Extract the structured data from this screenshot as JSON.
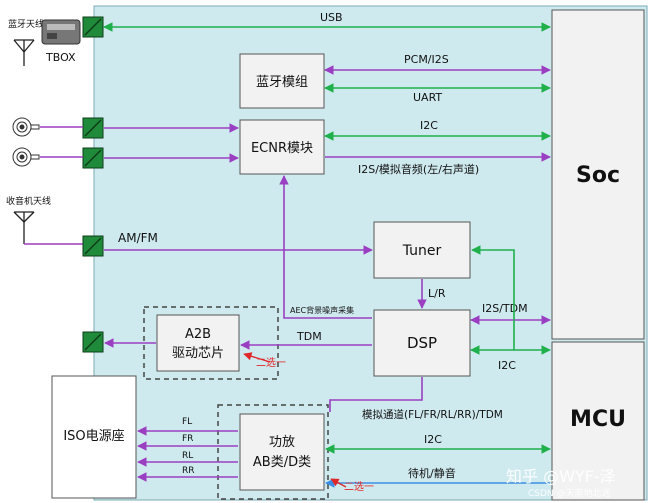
{
  "colors": {
    "board": "#cfeaef",
    "block": "#f2f2f2",
    "green": "#1fb04b",
    "purple": "#9b3fc2",
    "blue": "#3a8ee6",
    "red": "#e0282a",
    "connector": "#1f8a3a"
  },
  "antennas": {
    "bluetooth_antenna": "蓝牙天线",
    "radio_antenna": "收音机天线"
  },
  "blocks": {
    "tbox": "TBOX",
    "bt_module": "蓝牙模组",
    "ecnr": "ECNR模块",
    "soc": "Soc",
    "tuner": "Tuner",
    "dsp": "DSP",
    "mcu": "MCU",
    "a2b_line1": "A2B",
    "a2b_line2": "驱动芯片",
    "amp_line1": "功放",
    "amp_line2": "AB类/D类",
    "iso": "ISO电源座"
  },
  "signals": {
    "usb": "USB",
    "pcm_i2s": "PCM/I2S",
    "uart": "UART",
    "i2c_ecnr": "I2C",
    "i2s_analog": "I2S/模拟音频(左/右声道)",
    "am_fm": "AM/FM",
    "lr": "L/R",
    "aec": "AEC背景噪声采集",
    "i2s_tdm": "I2S/TDM",
    "i2c_dsp": "I2C",
    "tdm": "TDM",
    "multi_channel": "模拟通道(FL/FR/RL/RR)/TDM",
    "i2c_amp": "I2C",
    "standby_mute": "待机/静音",
    "fl": "FL",
    "fr": "FR",
    "rl": "RL",
    "rr": "RR",
    "option_1": "二选一",
    "option_2": "二选一"
  },
  "watermark": {
    "main": "知乎 @WYF-泽",
    "sub": "CSDN @天南地北远"
  },
  "icons": [
    "bluetooth-antenna-icon",
    "radio-antenna-icon",
    "microphone-icon",
    "connector-icon",
    "tbox-device-icon"
  ]
}
